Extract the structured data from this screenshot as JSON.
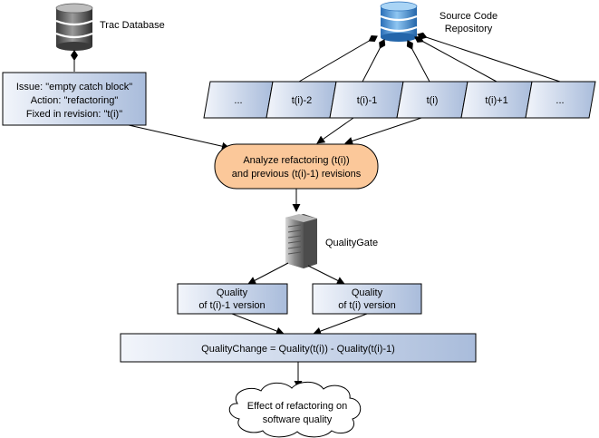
{
  "trac_db": {
    "label": "Trac Database"
  },
  "source_repo": {
    "label_lines": [
      "Source Code",
      "Repository"
    ]
  },
  "issue_box": {
    "lines": [
      "Issue: \"empty catch block\"",
      "Action: \"refactoring\"",
      "Fixed in revision: \"t(i)\""
    ]
  },
  "revisions": [
    "...",
    "t(i)-2",
    "t(i)-1",
    "t(i)",
    "t(i)+1",
    "..."
  ],
  "analyze": {
    "lines": [
      "Analyze refactoring (t(i))",
      "and previous (t(i)-1) revisions"
    ]
  },
  "quality_gate": {
    "label": "QualityGate"
  },
  "quality_prev": {
    "lines": [
      "Quality",
      "of t(i)-1 version"
    ]
  },
  "quality_curr": {
    "lines": [
      "Quality",
      "of t(i) version"
    ]
  },
  "quality_change": {
    "label": "QualityChange = Quality(t(i)) - Quality(t(i)-1)"
  },
  "effect": {
    "lines": [
      "Effect of refactoring on",
      "software quality"
    ]
  },
  "colors": {
    "box_light": "#eef2fa",
    "box_dark": "#aebfdc",
    "analyze_fill": "#fbc89a",
    "db_gray": "#6a6a6a",
    "db_blue": "#4a90d0",
    "stroke": "#000000"
  }
}
